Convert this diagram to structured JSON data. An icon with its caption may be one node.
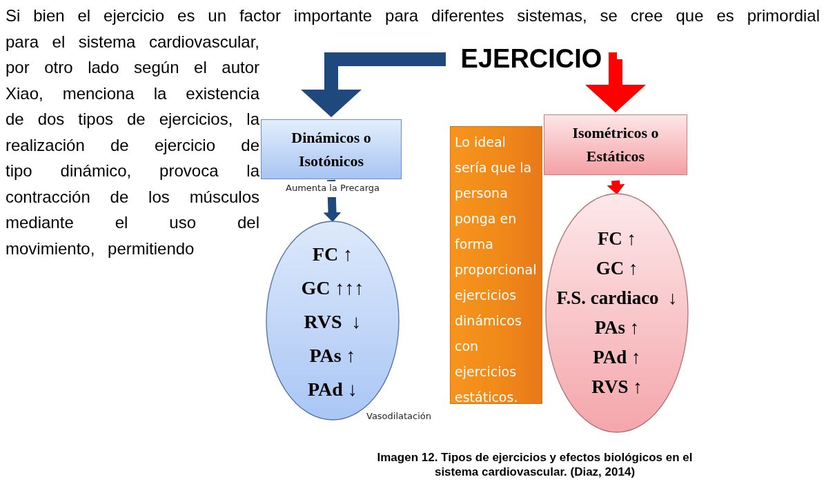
{
  "diagram": {
    "caption": "Imagen 12. Tipos de ejercicios y efectos biológicos en el sistema cardiovascular. (Diaz, 2014)",
    "nodes": [
      {
        "text": [
          "EJERCICIO"
        ]
      },
      {
        "text": [
          "Dinámicos o Isotónicos"
        ]
      },
      {
        "text": [
          "Lo ideal sería que la persona ponga en forma proporcional ejercicios dinámicos con ejercicios estáticos."
        ]
      },
      {
        "text": [
          "Isométricos o Estáticos"
        ]
      },
      {
        "text": [
          "FC ↑",
          "GC ↑↑↑",
          "RVS  ↓",
          "PAs ↑",
          "PAd ↓"
        ],
        "beside": [
          "Vasodilatación"
        ]
      },
      {
        "text": [
          "FC ↑",
          "GC ↑",
          "F.S. cardiaco  ↓",
          "PAs ↑",
          "PAd ↑",
          "RVS ↑"
        ]
      }
    ],
    "edges": [
      {
        "from": 0,
        "to": 1,
        "arrow": "to",
        "color": "#1f497d"
      },
      {
        "from": 0,
        "to": 3,
        "arrow": "to",
        "color": "#ff0000"
      },
      {
        "from": 1,
        "to": 4,
        "arrow": "to",
        "label": "Aumenta la Precarga",
        "color": "#1f497d"
      },
      {
        "from": 3,
        "to": 5,
        "arrow": "to",
        "color": "#ff0000"
      }
    ],
    "labels": [
      "Si bien el ejercicio es un factor importante para diferentes sistemas, se cree que es primordial para el sistema cardiovascular, por otro lado según el autor Xiao, menciona la existencia de dos tipos de ejercicios, la realización de ejercicio de tipo dinámico, provoca la contracción de los músculos mediante el uso del movimiento, permitiendo"
    ]
  }
}
